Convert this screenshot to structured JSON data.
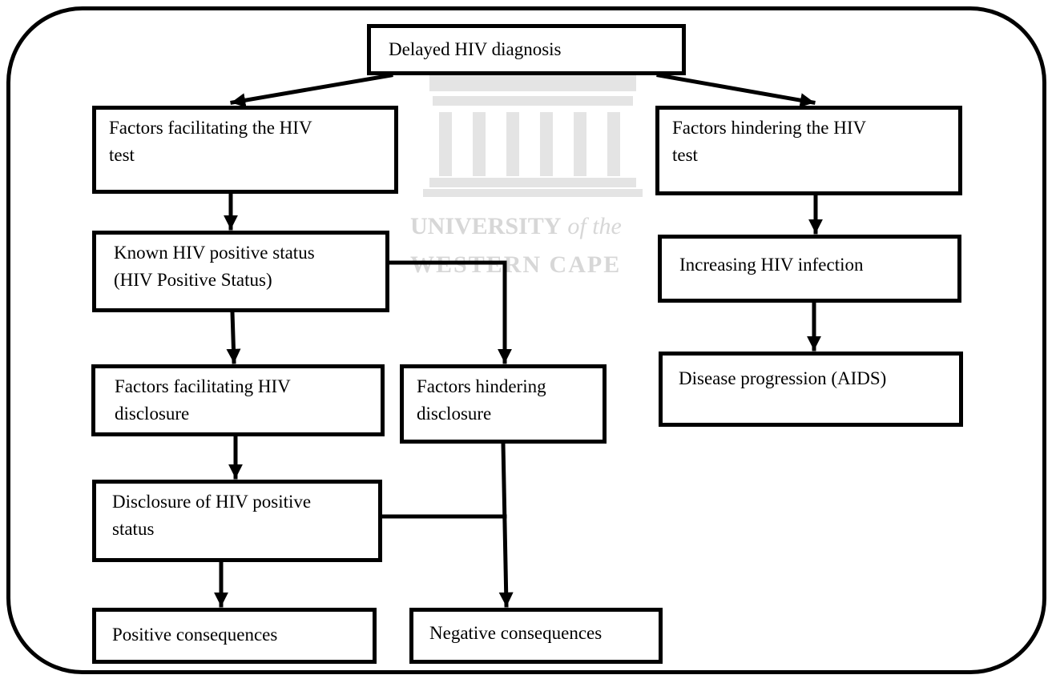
{
  "watermark": {
    "line1_main": "UNIVERSITY",
    "line1_italic": "of the",
    "line2": "WESTERN CAPE"
  },
  "nodes": {
    "delayed": "Delayed HIV diagnosis",
    "facilitating_test": "Factors facilitating the HIV\ntest",
    "hindering_test": "Factors hindering the HIV\ntest",
    "known_status": "Known HIV positive status\n(HIV Positive Status)",
    "increasing_infection": "Increasing HIV infection",
    "facilitating_disclosure": "Factors facilitating HIV\ndisclosure",
    "hindering_disclosure": "Factors hindering\ndisclosure",
    "disease_progression": "Disease progression (AIDS)",
    "disclosure": "Disclosure of HIV positive\nstatus",
    "positive_consequences": "Positive consequences",
    "negative_consequences": "Negative consequences"
  },
  "edges": [
    {
      "from": "Delayed HIV diagnosis",
      "to": "Factors facilitating the HIV test"
    },
    {
      "from": "Delayed HIV diagnosis",
      "to": "Factors hindering the HIV test"
    },
    {
      "from": "Factors facilitating the HIV test",
      "to": "Known HIV positive status"
    },
    {
      "from": "Factors hindering the HIV test",
      "to": "Increasing HIV infection"
    },
    {
      "from": "Increasing HIV infection",
      "to": "Disease progression (AIDS)"
    },
    {
      "from": "Known HIV positive status",
      "to": "Factors facilitating HIV disclosure"
    },
    {
      "from": "Known HIV positive status",
      "to": "Factors hindering disclosure"
    },
    {
      "from": "Factors facilitating HIV disclosure",
      "to": "Disclosure of HIV positive status"
    },
    {
      "from": "Disclosure of HIV positive status",
      "to": "Positive consequences"
    },
    {
      "from": "Disclosure of HIV positive status",
      "to": "Negative consequences"
    },
    {
      "from": "Factors hindering disclosure",
      "to": "Negative consequences"
    }
  ]
}
